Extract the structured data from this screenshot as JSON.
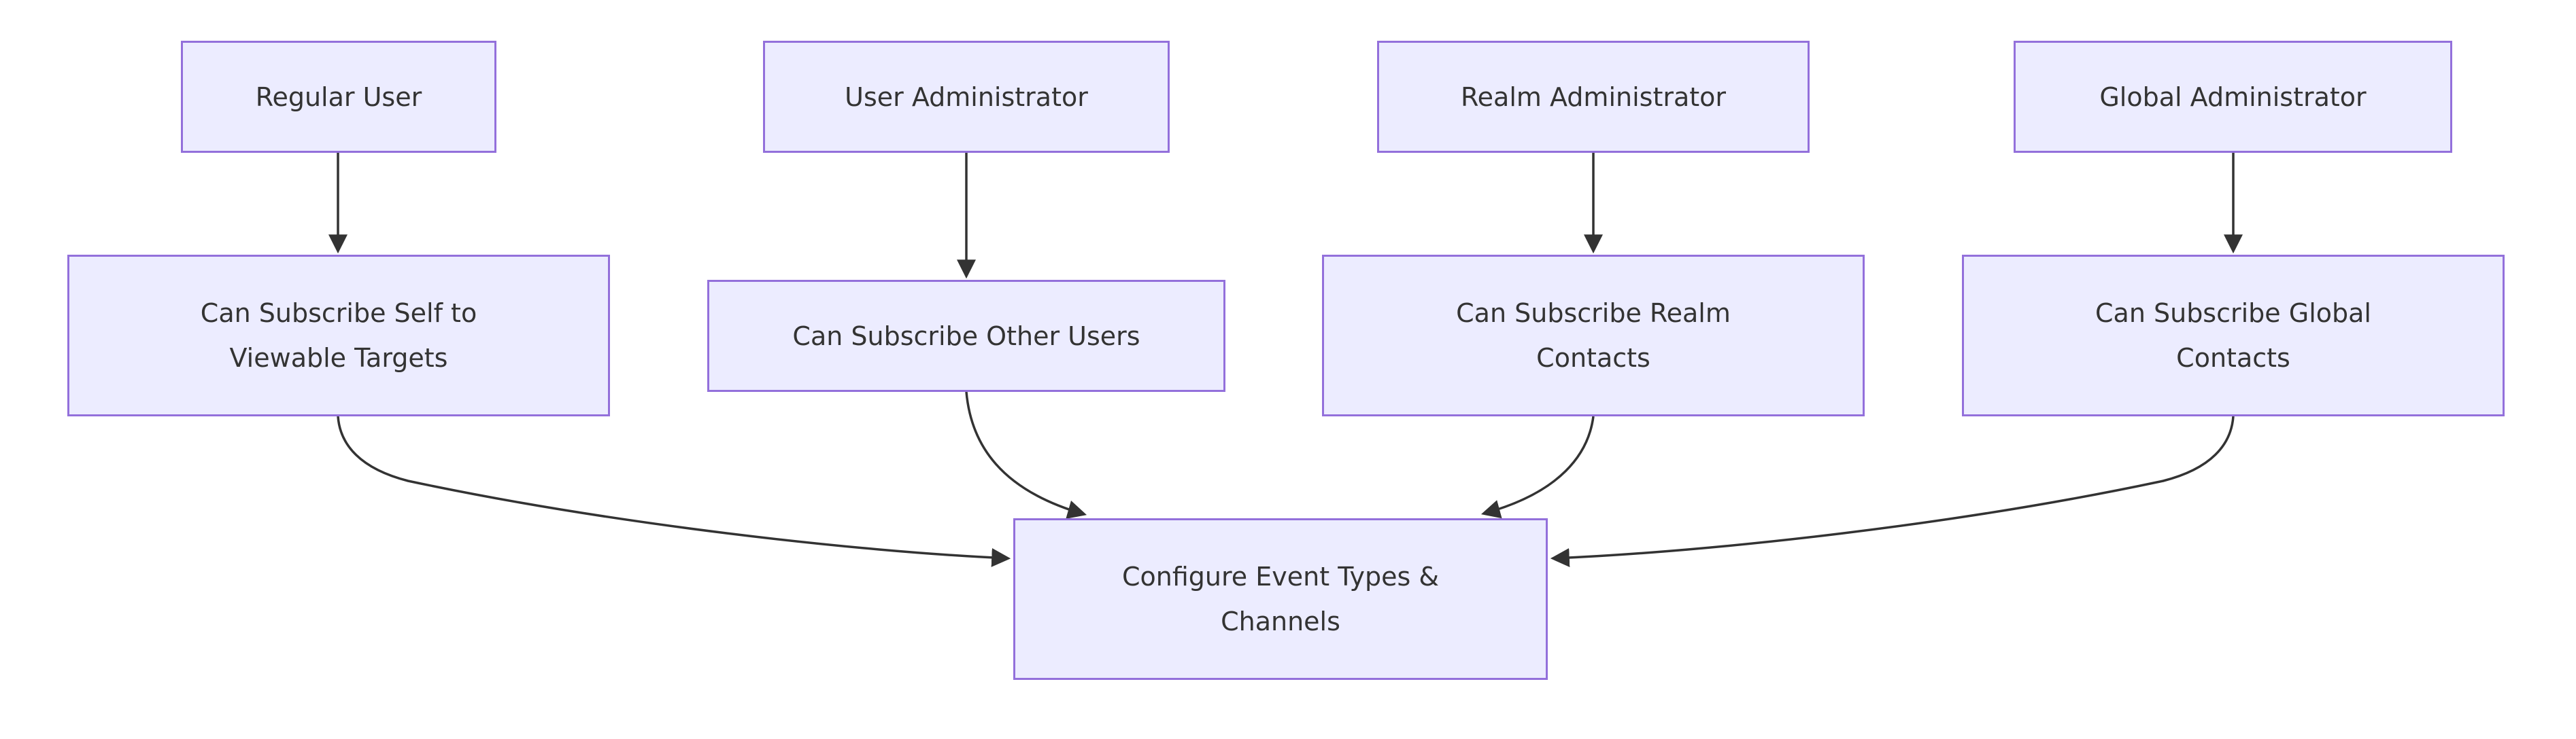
{
  "diagram": {
    "type": "flowchart",
    "background_color": "#ffffff",
    "node_fill_color": "#ECECFF",
    "node_border_color": "#9370DB",
    "edge_color": "#333333",
    "text_color": "#333333",
    "nodes": [
      {
        "id": "regular-user",
        "label": "Regular User",
        "lines": [
          "Regular User"
        ]
      },
      {
        "id": "user-administrator",
        "label": "User Administrator",
        "lines": [
          "User Administrator"
        ]
      },
      {
        "id": "realm-administrator",
        "label": "Realm Administrator",
        "lines": [
          "Realm Administrator"
        ]
      },
      {
        "id": "global-administrator",
        "label": "Global Administrator",
        "lines": [
          "Global Administrator"
        ]
      },
      {
        "id": "subscribe-self",
        "label": "Can Subscribe Self to Viewable Targets",
        "lines": [
          "Can Subscribe Self to",
          "Viewable Targets"
        ]
      },
      {
        "id": "subscribe-other-users",
        "label": "Can Subscribe Other Users",
        "lines": [
          "Can Subscribe Other Users"
        ]
      },
      {
        "id": "subscribe-realm-contacts",
        "label": "Can Subscribe Realm Contacts",
        "lines": [
          "Can Subscribe Realm",
          "Contacts"
        ]
      },
      {
        "id": "subscribe-global-contacts",
        "label": "Can Subscribe Global Contacts",
        "lines": [
          "Can Subscribe Global",
          "Contacts"
        ]
      },
      {
        "id": "configure-event-types",
        "label": "Configure Event Types & Channels",
        "lines": [
          "Configure Event Types &",
          "Channels"
        ]
      }
    ],
    "edges": [
      {
        "from": "regular-user",
        "to": "subscribe-self"
      },
      {
        "from": "user-administrator",
        "to": "subscribe-other-users"
      },
      {
        "from": "realm-administrator",
        "to": "subscribe-realm-contacts"
      },
      {
        "from": "global-administrator",
        "to": "subscribe-global-contacts"
      },
      {
        "from": "subscribe-self",
        "to": "configure-event-types"
      },
      {
        "from": "subscribe-other-users",
        "to": "configure-event-types"
      },
      {
        "from": "subscribe-realm-contacts",
        "to": "configure-event-types"
      },
      {
        "from": "subscribe-global-contacts",
        "to": "configure-event-types"
      }
    ]
  }
}
